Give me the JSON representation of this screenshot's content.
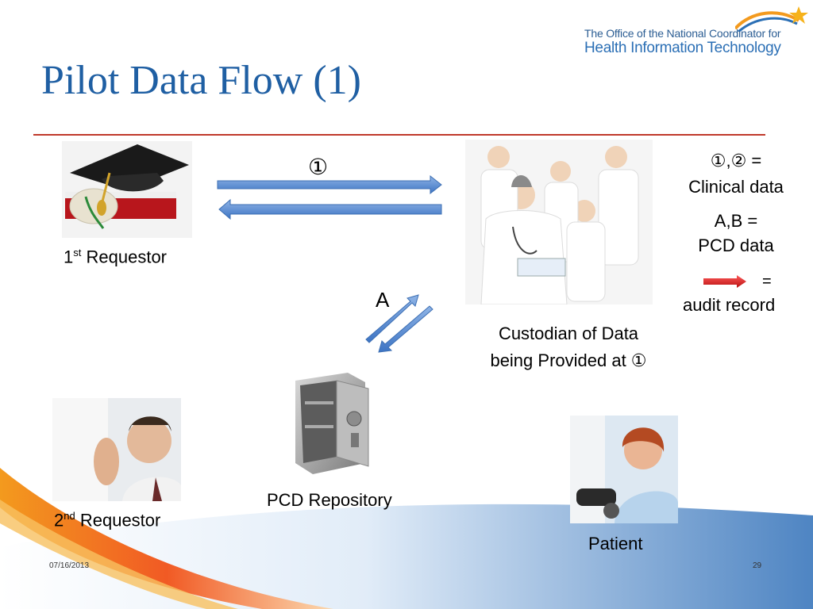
{
  "slide": {
    "title": "Pilot Data Flow (1)",
    "footer_date": "07/16/2013",
    "page_number": "29"
  },
  "logo": {
    "line1": "The Office of the National Coordinator for",
    "line2": "Health Information Technology"
  },
  "nodes": {
    "first_requestor": {
      "ordinal": "1",
      "suffix": "st",
      "label": "Requestor"
    },
    "second_requestor": {
      "ordinal": "2",
      "suffix": "nd",
      "label": "Requestor"
    },
    "custodian": {
      "line1": "Custodian of Data",
      "line2": "being Provided at ①"
    },
    "repository": {
      "label": "PCD Repository"
    },
    "patient": {
      "label": "Patient"
    }
  },
  "arrows": {
    "top_pair_label": "①",
    "diag_pair_label": "A"
  },
  "legend": {
    "clinical_symbols": "①,② =",
    "clinical_label": "Clinical data",
    "pcd_symbols": "A,B =",
    "pcd_label": "PCD data",
    "audit_eq": "=",
    "audit_label": "audit record"
  },
  "colors": {
    "title": "#1f5fa3",
    "rule": "#c0392b",
    "arrow_blue": "#5b8fd6",
    "audit_red": "#d21f1f"
  }
}
